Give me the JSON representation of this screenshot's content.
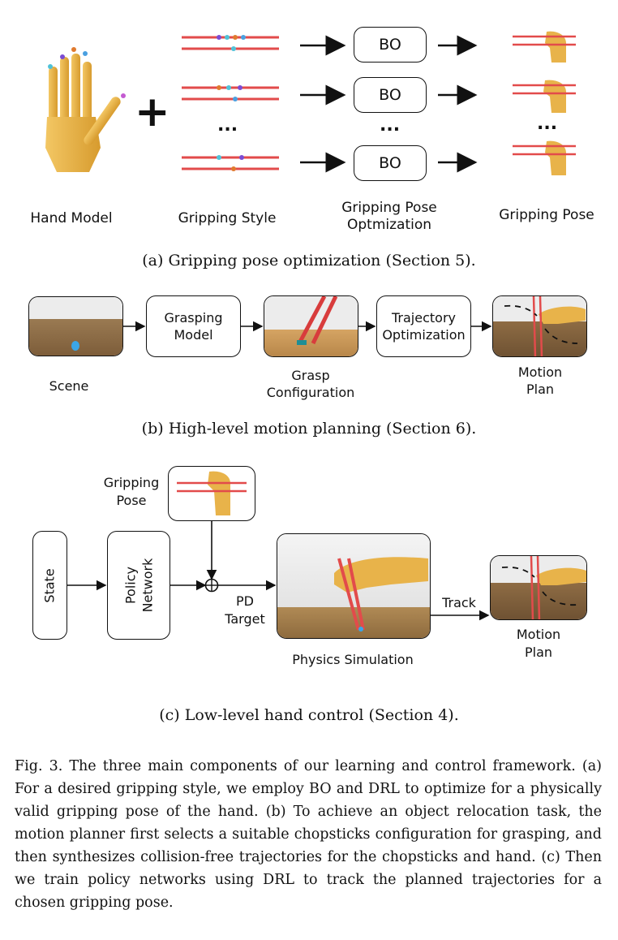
{
  "panel_a": {
    "hand_model_label": "Hand Model",
    "plus_sign": "+",
    "gripping_style_label": "Gripping Style",
    "ellipsis": "...",
    "bo_label": "BO",
    "bo_ellipsis": "...",
    "pose_ellipsis": "...",
    "optimization_label_line1": "Gripping Pose",
    "optimization_label_line2": "Optmization",
    "gripping_pose_label": "Gripping Pose",
    "caption": "(a) Gripping pose optimization (Section 5)."
  },
  "panel_b": {
    "scene_label": "Scene",
    "grasping_model_line1": "Grasping",
    "grasping_model_line2": "Model",
    "grasp_config_line1": "Grasp",
    "grasp_config_line2": "Configuration",
    "traj_opt_line1": "Trajectory",
    "traj_opt_line2": "Optimization",
    "motion_plan_line1": "Motion",
    "motion_plan_line2": "Plan",
    "caption": "(b) High-level motion planning (Section 6)."
  },
  "panel_c": {
    "gripping_pose_line1": "Gripping",
    "gripping_pose_line2": "Pose",
    "state_label": "State",
    "policy_line1": "Policy",
    "policy_line2": "Network",
    "pd_line1": "PD",
    "pd_line2": "Target",
    "physics_label": "Physics Simulation",
    "track_label": "Track",
    "motion_plan_line1": "Motion",
    "motion_plan_line2": "Plan",
    "caption": "(c) Low-level hand control (Section 4)."
  },
  "figure_caption": "Fig. 3.  The three main components of our learning and control framework. (a) For a desired gripping style, we employ BO and DRL to optimize for a physically valid gripping pose of the hand. (b) To achieve an object relocation task, the motion planner first selects a suitable chopsticks configuration for grasping, and then synthesizes collision-free trajectories for the chopsticks and hand. (c) Then we train policy networks using DRL to track the planned trajectories for a chosen gripping pose.",
  "colors": {
    "hand": "#e8b34a",
    "chopstick": "#e24b4b",
    "ground": "#8a6a45",
    "sky": "#e9e9e9"
  }
}
